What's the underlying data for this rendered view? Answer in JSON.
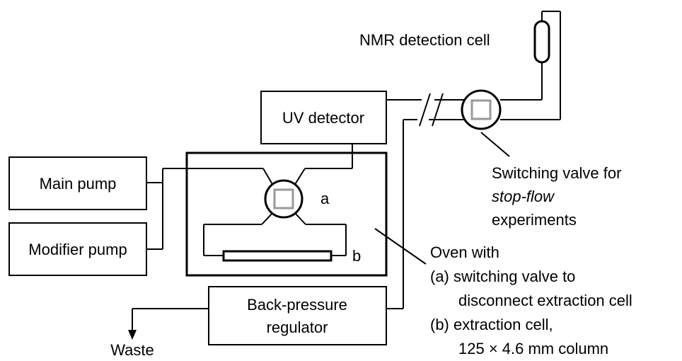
{
  "labels": {
    "nmr_cell": "NMR detection cell",
    "uv_detector": "UV detector",
    "main_pump": "Main pump",
    "modifier_pump": "Modifier pump",
    "back_pressure_line1": "Back-pressure",
    "back_pressure_line2": "regulator",
    "waste": "Waste",
    "valve_a": "a",
    "cell_b": "b"
  },
  "switching_valve_note": {
    "line1": "Switching valve for",
    "line2_italic": "stop-flow",
    "line3": "experiments"
  },
  "oven_note": {
    "line1": "Oven with",
    "line2": "(a) switching valve to",
    "line3": "disconnect extraction cell",
    "line4": "(b) extraction cell,",
    "line5": "125 × 4.6 mm column"
  },
  "colors": {
    "line": "#000000",
    "background": "#ffffff",
    "valve_port": "#999999"
  }
}
